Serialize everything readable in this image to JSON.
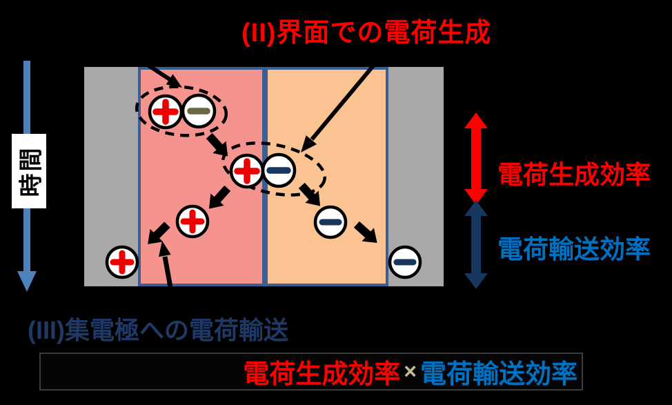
{
  "title": {
    "text": "(II)界面での電荷生成"
  },
  "time_axis": {
    "label": "時間"
  },
  "labels": {
    "charge_generation": "電荷生成効率",
    "charge_transport": "電荷輸送効率",
    "collection": "(III)集電極への電荷輸送"
  },
  "formula": {
    "generation": "電荷生成効率",
    "multiply": "×",
    "transport": "電荷輸送効率"
  },
  "diagram": {
    "layers": [
      "left-electrode",
      "donor-layer",
      "acceptor-layer",
      "right-electrode"
    ],
    "charges": [
      {
        "symbol": "+",
        "carrier": "hole",
        "location": "donor-layer-pair-1"
      },
      {
        "symbol": "−",
        "carrier": "bound-electron",
        "location": "donor-layer-pair-1"
      },
      {
        "symbol": "+",
        "carrier": "hole",
        "location": "interface-pair-2"
      },
      {
        "symbol": "−",
        "carrier": "electron",
        "location": "interface-pair-2"
      },
      {
        "symbol": "+",
        "carrier": "hole",
        "location": "donor-layer-free"
      },
      {
        "symbol": "+",
        "carrier": "hole",
        "location": "left-electrode"
      },
      {
        "symbol": "−",
        "carrier": "electron",
        "location": "acceptor-layer-free"
      },
      {
        "symbol": "−",
        "carrier": "electron",
        "location": "right-electrode"
      }
    ]
  },
  "colors": {
    "background": "#000000",
    "electrode_gray": "#A9A9A9",
    "donor_pink": "#F5948F",
    "acceptor_orange": "#FAC391",
    "layer_border_blue": "#3A5F94",
    "title_red": "#FF0000",
    "transport_label_blue": "#0070C0",
    "collection_navy": "#1F3864",
    "navy_arrow": "#17375E",
    "time_arrow_blue": "#4F81BD",
    "hole_plus_red": "#EE0000",
    "electron_minus_navy": "#17375E",
    "bound_electron_olive": "#6B6847",
    "multiply_tan": "#C8BC96"
  }
}
